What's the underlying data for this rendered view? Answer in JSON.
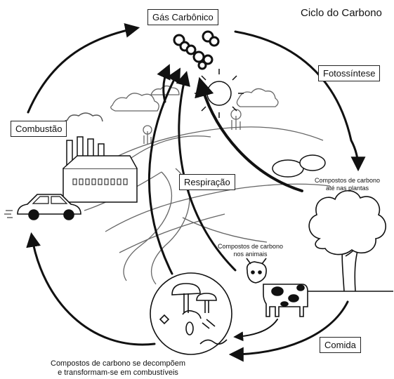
{
  "title": "Ciclo do Carbono",
  "labels": {
    "co2": "Gás Carbônico",
    "photosynthesis": "Fotossíntese",
    "combustion": "Combustão",
    "respiration": "Respiração",
    "food": "Comida"
  },
  "notes": {
    "plants_line1": "Compostos de carbono",
    "plants_line2": "até nas plantas",
    "animals_line1": "Compostos de carbono",
    "animals_line2": "nos animais",
    "decompose_line1": "Compostos de carbono se decompõem",
    "decompose_line2": "e transformam-se em combustíveis"
  },
  "colors": {
    "ink": "#111111",
    "cloud": "#ffffff",
    "cow_spot": "#111111"
  },
  "icons": [
    "co2-bubbles-icon",
    "sun-icon",
    "factory-icon",
    "car-icon",
    "tree-icon",
    "cow-icon",
    "decomposers-icon",
    "hills-icon"
  ]
}
